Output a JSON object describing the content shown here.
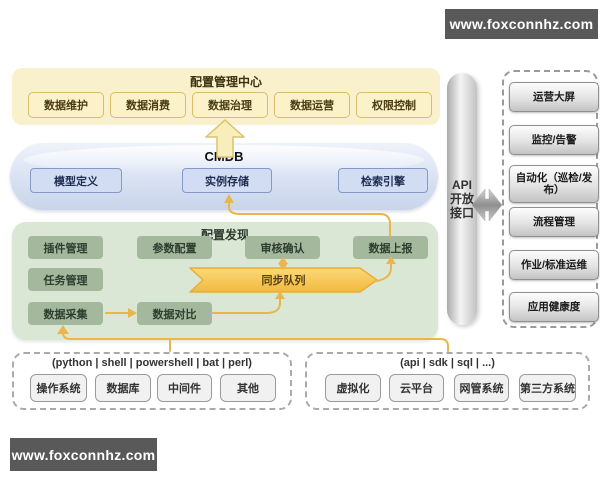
{
  "watermark": {
    "top": "www.foxconnhz.com",
    "bottom": "www.foxconnhz.com"
  },
  "config_center": {
    "title": "配置管理中心",
    "items": [
      "数据维护",
      "数据消费",
      "数据治理",
      "数据运营",
      "权限控制"
    ]
  },
  "cmdb": {
    "title": "CMDB",
    "items": [
      "模型定义",
      "实例存储",
      "检索引擎"
    ]
  },
  "discovery": {
    "title": "配置发现",
    "row1": [
      "插件管理",
      "参数配置",
      "审核确认",
      "数据上报"
    ],
    "task": "任务管理",
    "queue": "同步队列",
    "collect": "数据采集",
    "compare": "数据对比"
  },
  "api_bar": {
    "label": "API\n开放\n接口"
  },
  "consumers": {
    "items": [
      "运营大屏",
      "监控/告警",
      "自动化（巡检/发布）",
      "流程管理",
      "作业/标准运维",
      "应用健康度"
    ]
  },
  "sources_script": {
    "title": "(python | shell | powershell | bat | perl)",
    "items": [
      "操作系统",
      "数据库",
      "中间件",
      "其他"
    ]
  },
  "sources_api": {
    "title": "(api | sdk | sql | ...)",
    "items": [
      "虚拟化",
      "云平台",
      "网管系统",
      "第三方系统"
    ]
  },
  "colors": {
    "banner_bg": "#595959",
    "config_center_bg": "#f9f1cb",
    "config_center_box_border": "#d9bc6b",
    "cmdb_bg": "#dce4f4",
    "cmdb_box_border": "#8598c8",
    "discovery_bg": "#dbe7d5",
    "discovery_box": "#a3b89d",
    "queue_banner": "#f7c94d",
    "arrow_yellow": "#e9b64d",
    "gray_arrow": "#9f9f9f"
  }
}
